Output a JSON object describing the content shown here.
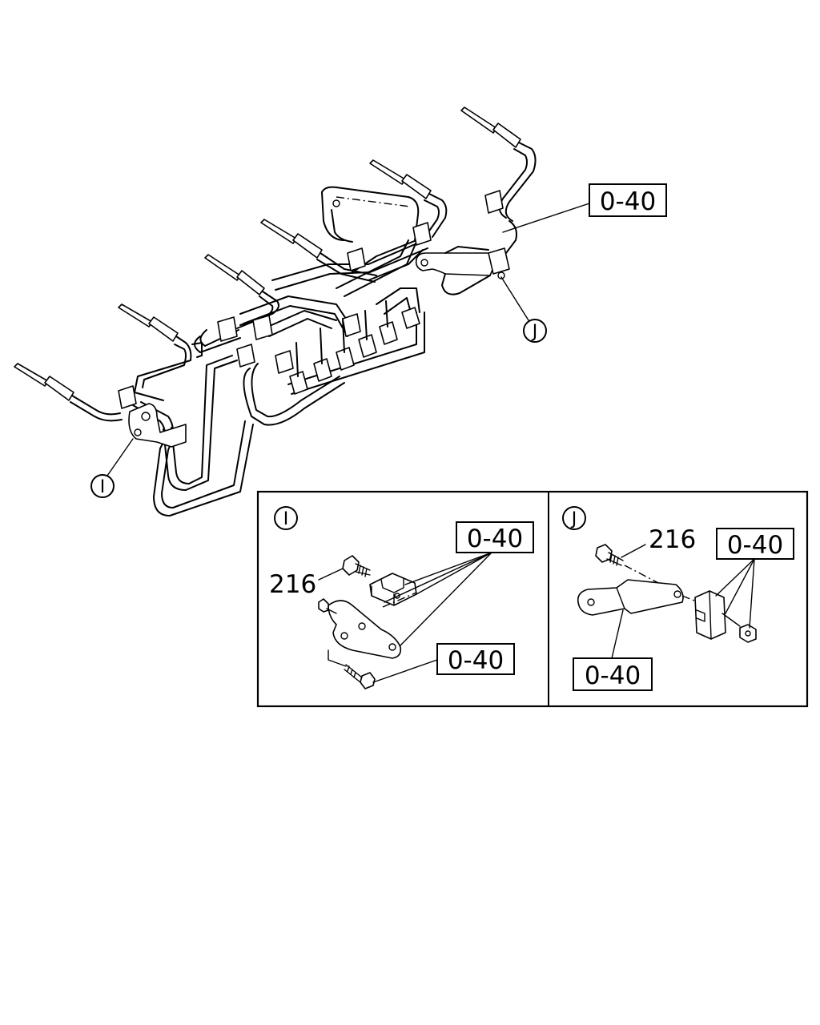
{
  "callouts": {
    "main_ref": "0-40",
    "circle_I": "I",
    "circle_J": "J"
  },
  "inset_I": {
    "title": "I",
    "ref_top": "0-40",
    "ref_bottom": "0-40",
    "bolt_num": "216"
  },
  "inset_J": {
    "title": "J",
    "ref_top": "0-40",
    "ref_bottom": "0-40",
    "bolt_num": "216"
  }
}
